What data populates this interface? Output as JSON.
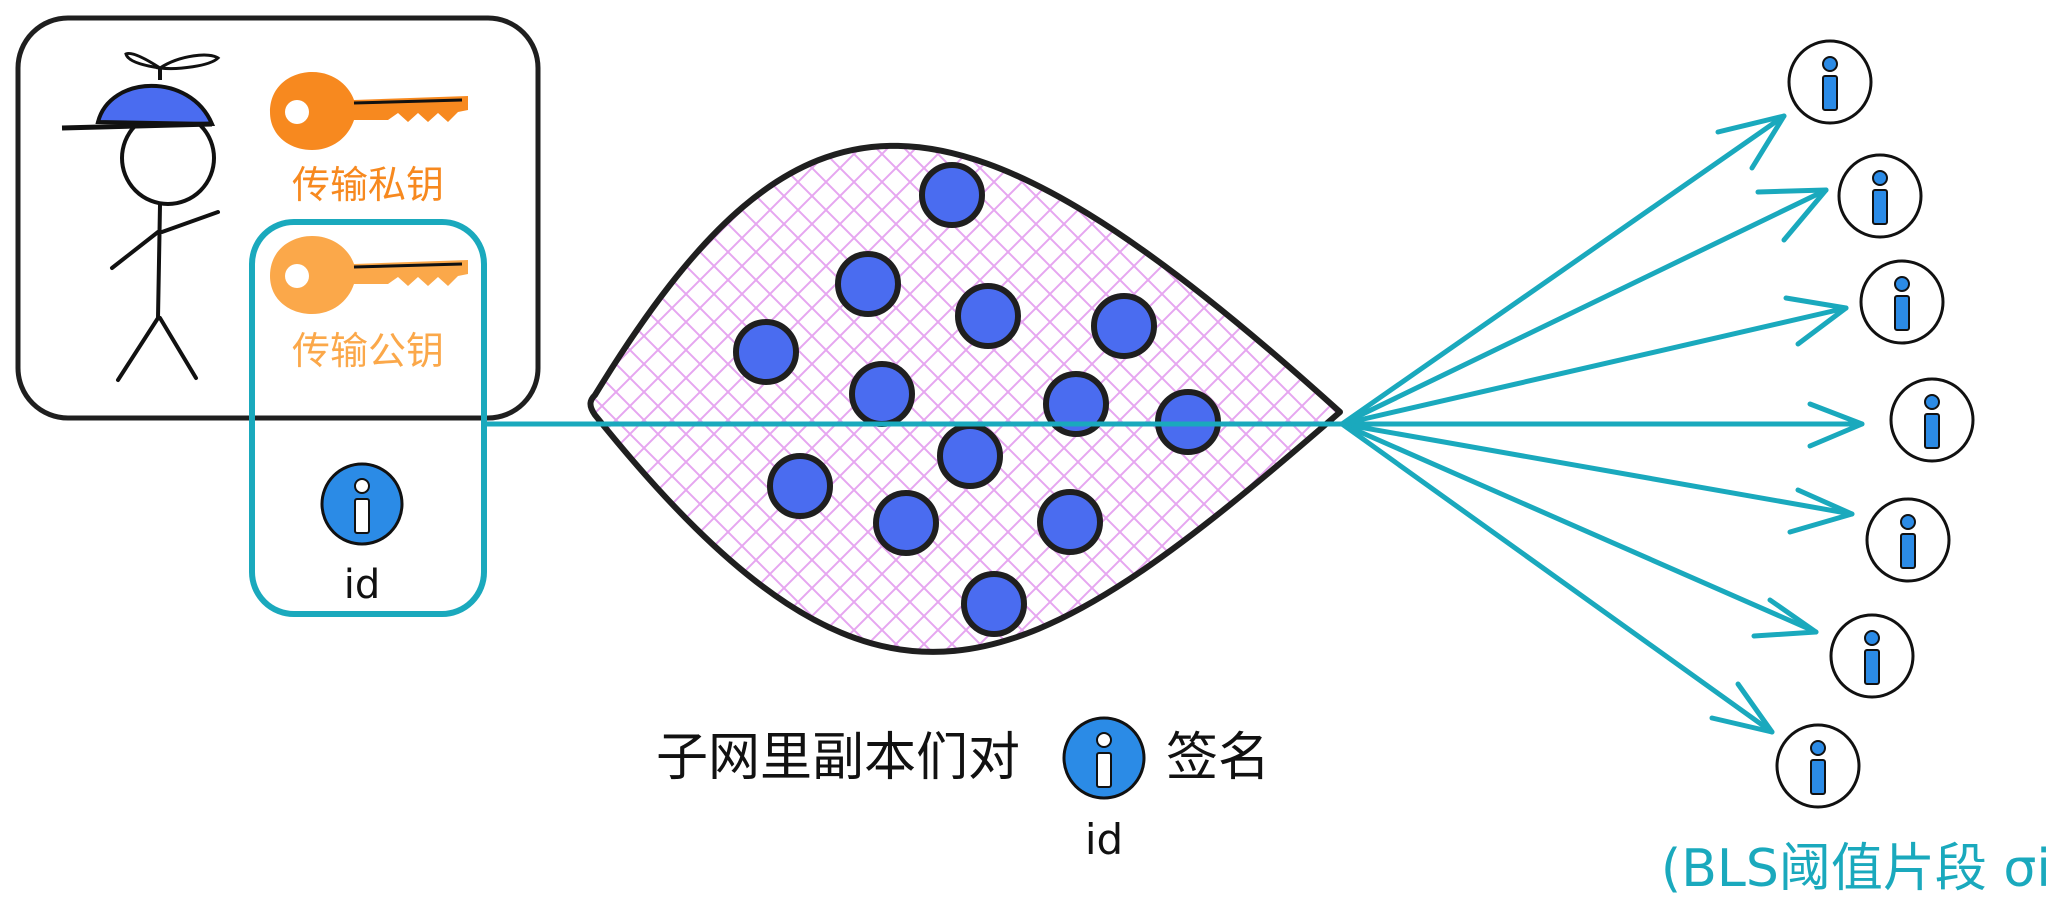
{
  "user_panel": {
    "private_key_label": "传输私钥",
    "public_key_label": "传输公钥",
    "id_label": "id"
  },
  "caption": {
    "prefix": "子网里副本们对",
    "suffix": "签名",
    "id_label": "id"
  },
  "output_label": "(BLS阈值片段 σi)",
  "colors": {
    "teal": "#1aa9bd",
    "node_blue": "#4a6cf0",
    "private_key_orange": "#f7891f",
    "public_key_orange": "#fba84a",
    "info_blue": "#2b8be6",
    "hatch_pink": "#e6a6f0"
  },
  "icons": [
    "stick-figure-icon",
    "propeller-hat-icon",
    "key-icon",
    "info-icon",
    "arrow-icon"
  ]
}
